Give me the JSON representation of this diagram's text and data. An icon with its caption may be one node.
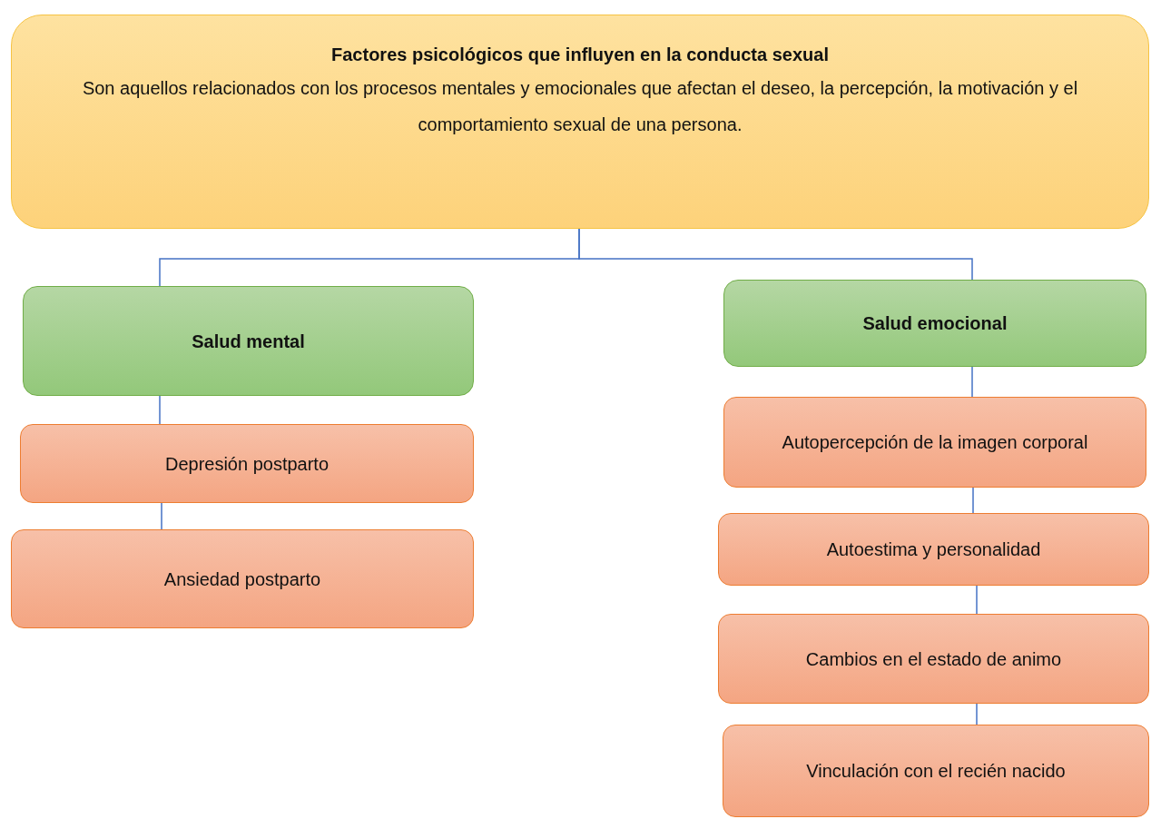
{
  "diagram": {
    "nodes": [
      {
        "text": [
          "Factores psicológicos que influyen en la conducta sexual",
          "Son aquellos relacionados con los procesos mentales y emocionales que afectan el deseo, la percepción, la motivación y el comportamiento sexual de una persona."
        ]
      },
      {
        "text": [
          "Salud mental"
        ]
      },
      {
        "text": [
          "Salud emocional"
        ]
      },
      {
        "text": [
          "Depresión postparto"
        ]
      },
      {
        "text": [
          "Ansiedad postparto"
        ]
      },
      {
        "text": [
          "Autopercepción de la imagen corporal"
        ]
      },
      {
        "text": [
          "Autoestima y personalidad"
        ]
      },
      {
        "text": [
          "Cambios en el estado de animo"
        ]
      },
      {
        "text": [
          "Vinculación con el recién nacido"
        ]
      }
    ],
    "edges": [
      {
        "from": 0,
        "to": 1,
        "arrow": "none"
      },
      {
        "from": 0,
        "to": 2,
        "arrow": "none"
      },
      {
        "from": 1,
        "to": 3,
        "arrow": "none"
      },
      {
        "from": 3,
        "to": 4,
        "arrow": "none"
      },
      {
        "from": 2,
        "to": 5,
        "arrow": "none"
      },
      {
        "from": 5,
        "to": 6,
        "arrow": "none"
      },
      {
        "from": 6,
        "to": 7,
        "arrow": "none"
      },
      {
        "from": 7,
        "to": 8,
        "arrow": "none"
      }
    ]
  }
}
